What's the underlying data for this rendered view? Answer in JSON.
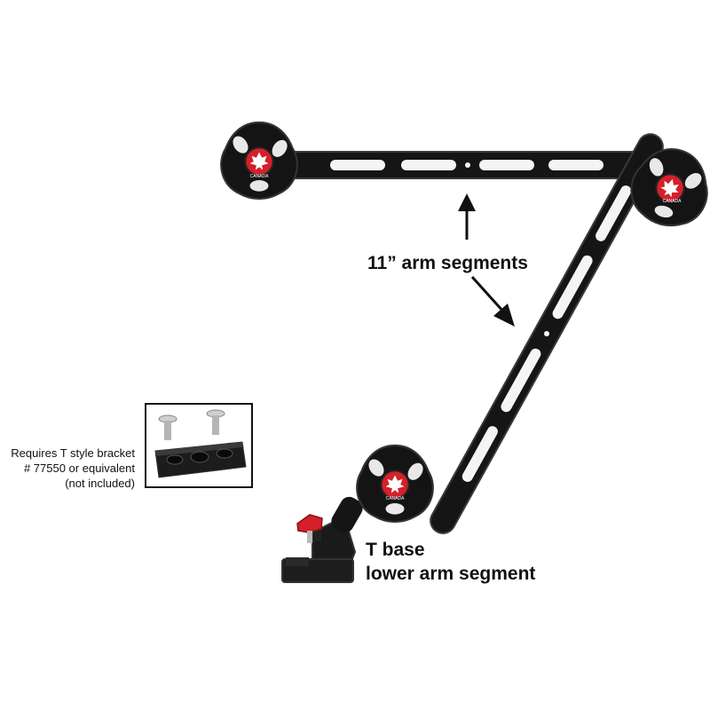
{
  "labels": {
    "arm_segments": "11” arm segments",
    "t_base_line1": "T base",
    "t_base_line2": "lower arm segment",
    "bracket_line1": "Requires T style bracket",
    "bracket_line2": "# 77550 or equivalent",
    "bracket_line3": "(not included)"
  },
  "logo": {
    "text": "CANADA"
  },
  "colors": {
    "arm": "#151515",
    "arm_edge": "#3a3a3a",
    "knob_red": "#d4202a",
    "slot": "#f4f4f4",
    "text": "#111111"
  }
}
